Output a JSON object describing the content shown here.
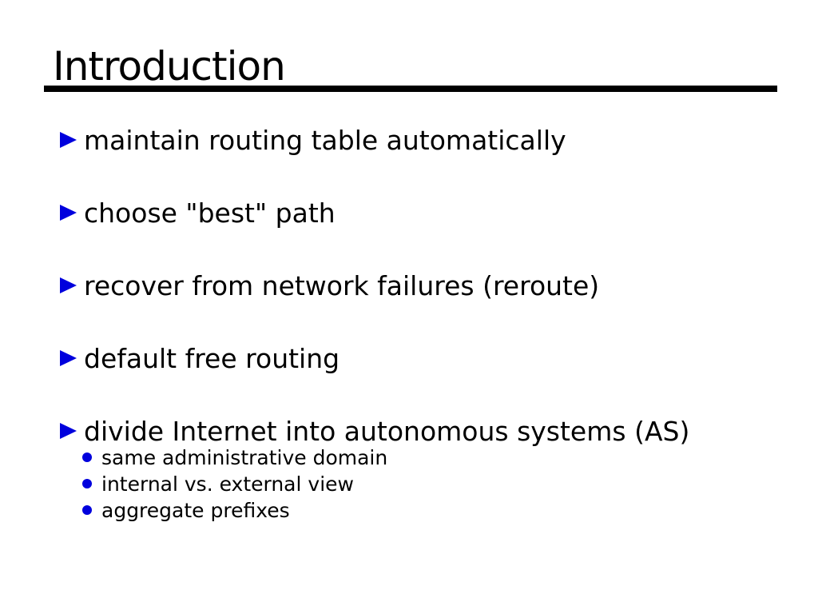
{
  "slide": {
    "title": "Introduction",
    "bullets": [
      {
        "label": "maintain routing table automatically",
        "sub": []
      },
      {
        "label": "choose \"best\" path",
        "sub": []
      },
      {
        "label": "recover from network failures (reroute)",
        "sub": []
      },
      {
        "label": "default free routing",
        "sub": []
      },
      {
        "label": "divide Internet into autonomous systems (AS)",
        "sub": [
          "same administrative domain",
          "internal vs. external view",
          "aggregate prefixes"
        ]
      }
    ]
  },
  "icons": {
    "main_marker": "triangle-right",
    "sub_marker": "dot"
  },
  "colors": {
    "bullet-blue": "#0000dd",
    "text-black": "#000000",
    "slide-bg": "#ffffff"
  }
}
